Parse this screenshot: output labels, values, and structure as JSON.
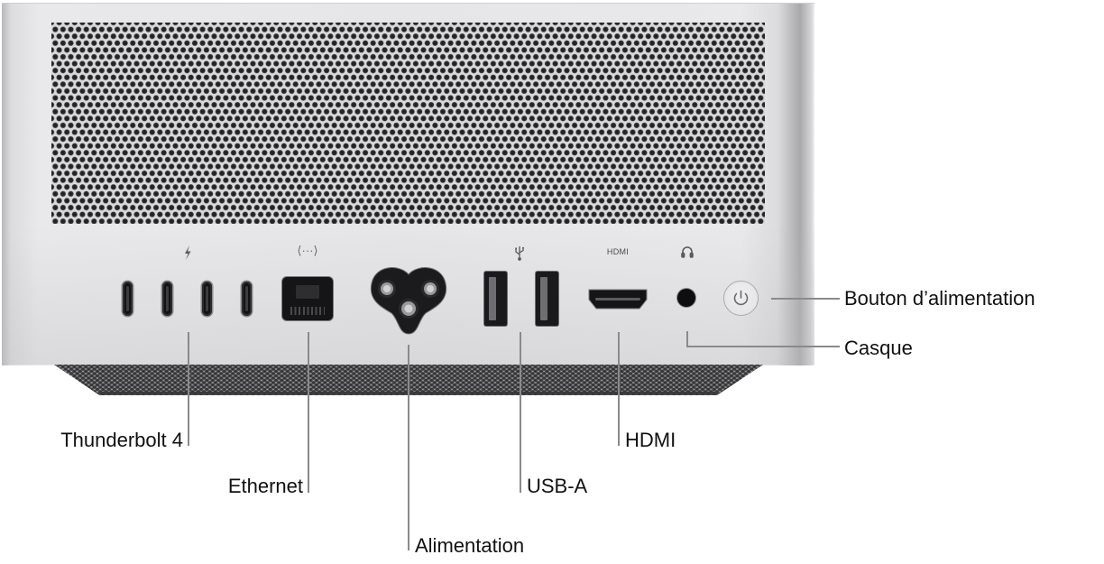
{
  "figure": {
    "subject": "Mac Studio rear panel",
    "port_glyphs": {
      "thunderbolt": "thunderbolt-bolt-icon",
      "ethernet": "⟨···⟩",
      "usb": "usb-trident-icon",
      "hdmi": "HDMI",
      "headphones": "headphones-icon"
    },
    "callouts": {
      "thunderbolt": "Thunderbolt 4",
      "ethernet": "Ethernet",
      "power": "Alimentation",
      "usb": "USB-A",
      "hdmi": "HDMI",
      "power_button": "Bouton d’alimentation",
      "headphones": "Casque"
    },
    "counts": {
      "thunderbolt_ports": 4,
      "usb_a_ports": 2
    },
    "colors": {
      "aluminum": "#e6e6e8",
      "port_black": "#151517",
      "leader_line": "#8a8a8d",
      "label_text": "#111111"
    }
  }
}
